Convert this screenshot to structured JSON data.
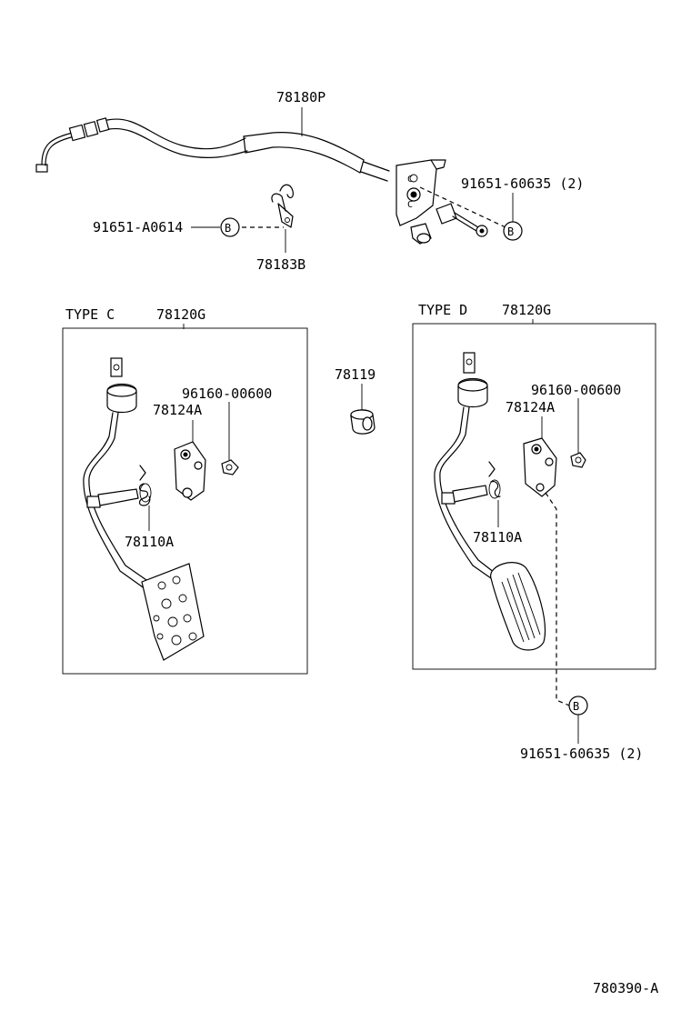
{
  "diagram_id": "780390-A",
  "cable": {
    "part": "78180P",
    "clamp_part": "78183B",
    "clip_left": "91651-A0614",
    "bolt_right": "91651-60635 (2)",
    "ref_marker": "B"
  },
  "type_c": {
    "type_label": "TYPE C",
    "pedal_part": "78120G",
    "bracket_part": "78124A",
    "nut_part": "96160-00600",
    "spring_part": "78110A"
  },
  "center": {
    "stopper_part": "78119"
  },
  "type_d": {
    "type_label": "TYPE D",
    "pedal_part": "78120G",
    "bracket_part": "78124A",
    "nut_part": "96160-00600",
    "spring_part": "78110A",
    "bolt_below": "91651-60635 (2)",
    "ref_marker": "B"
  }
}
